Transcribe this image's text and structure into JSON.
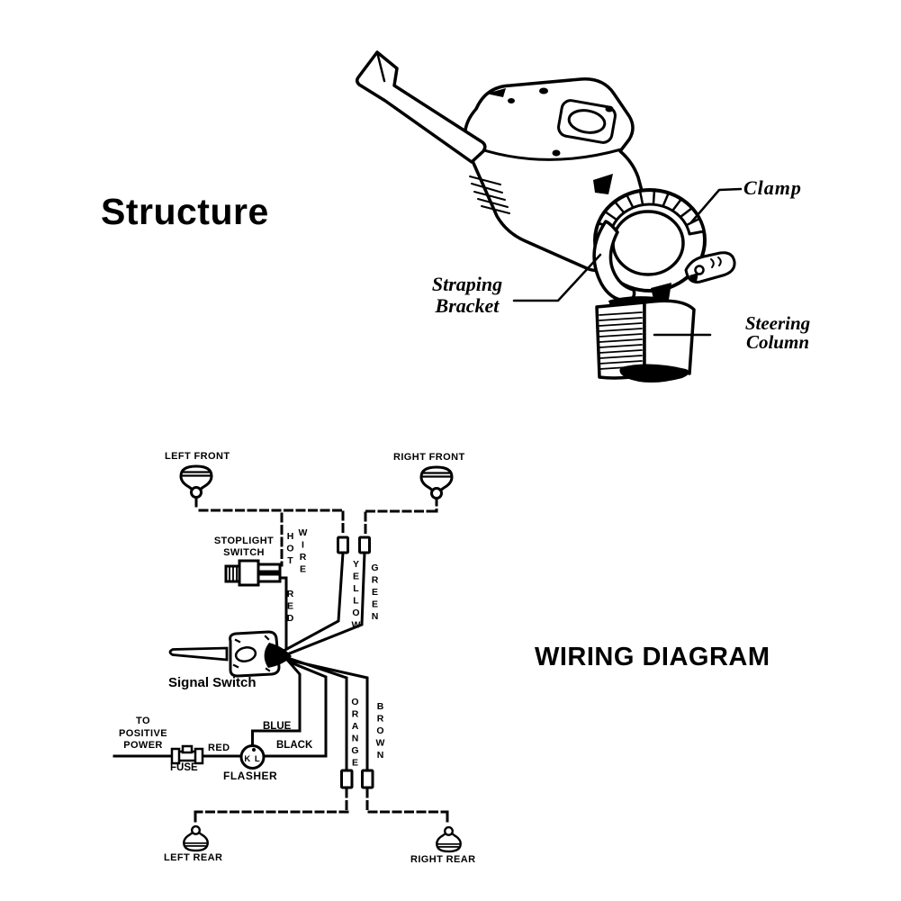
{
  "structure_section": {
    "title": "Structure",
    "callouts": {
      "clamp": "Clamp",
      "straping_bracket": [
        "Straping",
        "Bracket"
      ],
      "steering_column": [
        "Steering",
        "Column"
      ]
    }
  },
  "wiring_section": {
    "title": "WIRING DIAGRAM",
    "lamps": {
      "left_front": "LEFT FRONT",
      "right_front": "RIGHT FRONT",
      "left_rear": "LEFT REAR",
      "right_rear": "RIGHT REAR"
    },
    "components": {
      "stoplight_switch": [
        "STOPLIGHT",
        "SWITCH"
      ],
      "signal_switch": "Signal Switch",
      "power_source": [
        "TO",
        "POSITIVE",
        "POWER"
      ],
      "fuse": "FUSE",
      "flasher": "FLASHER",
      "flasher_terminals": "K L"
    },
    "wire_labels": {
      "hot": "HOT",
      "wire": "WIRE",
      "red_vertical": "RED",
      "yellow": "YELLOW",
      "green": "GREEN",
      "orange": "ORANGE",
      "brown": "BROWN",
      "red": "RED",
      "blue": "BLUE",
      "black": "BLACK"
    },
    "colors": {
      "ink": "#000000",
      "paper": "#ffffff"
    }
  }
}
